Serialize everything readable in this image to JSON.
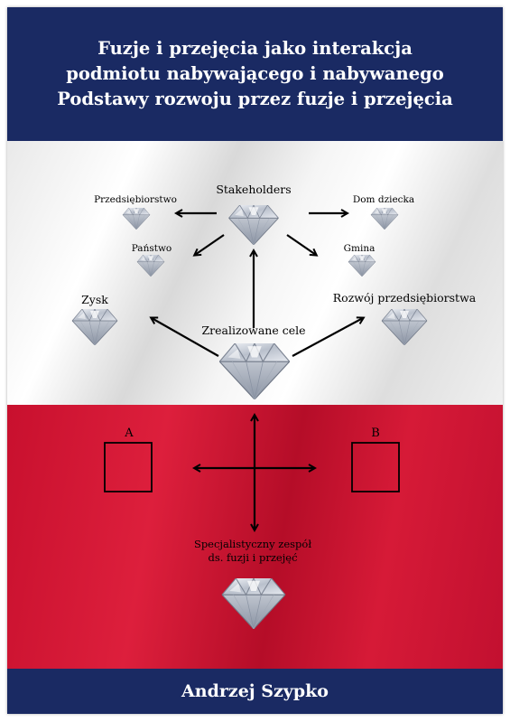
{
  "cover": {
    "title_lines": [
      "Fuzje i przejęcia jako interakcja",
      "podmiotu nabywającego i nabywanego",
      "Podstawy rozwoju przez fuzje i przejęcia"
    ],
    "author": "Andrzej Szypko",
    "colors": {
      "navy": "#1a2a63",
      "red": "#c8102e",
      "white": "#ffffff"
    }
  },
  "diagram": {
    "stakeholders": "Stakeholders",
    "przedsiebiorstwo": "Przedsiębiorstwo",
    "dom_dziecka": "Dom dziecka",
    "panstwo": "Państwo",
    "gmina": "Gmina",
    "zysk": "Zysk",
    "rozwoj": "Rozwój przedsiębiorstwa",
    "zrealizowane": "Zrealizowane cele",
    "box_a": "A",
    "box_b": "B",
    "zespol_line1": "Specjalistyczny zespół",
    "zespol_line2": "ds. fuzji i przejęć",
    "icon": "diamond-icon"
  }
}
